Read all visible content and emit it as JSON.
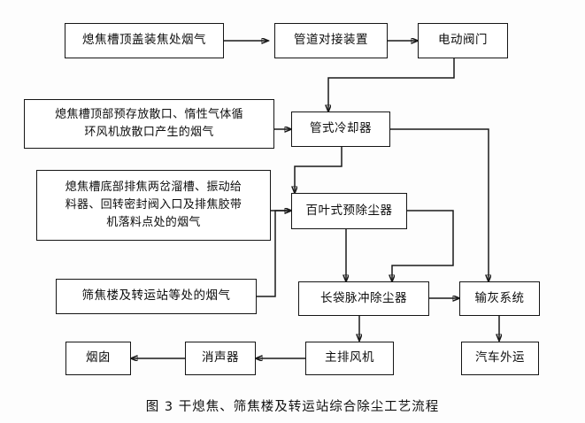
{
  "figure": {
    "caption": "图 3  干熄焦、筛焦楼及转运站综合除尘工艺流程",
    "caption_label": "图 3",
    "caption_title": "干熄焦、筛焦楼及转运站综合除尘工艺流程"
  },
  "colors": {
    "background": "#fdfdfd",
    "box_border": "#151515",
    "box_fill": "#ffffff",
    "line": "#1a1a1a",
    "text": "#0d0d0d"
  },
  "chart_data": {
    "type": "diagram",
    "title": "图 3  干熄焦、筛焦楼及转运站综合除尘工艺流程",
    "nodes": [
      {
        "id": "n1",
        "label": "熄焦槽顶盖装焦处烟气",
        "role": "source"
      },
      {
        "id": "n2",
        "label": "管道对接装置",
        "role": "equipment"
      },
      {
        "id": "n3",
        "label": "电动阀门",
        "role": "equipment"
      },
      {
        "id": "n4",
        "label": "熄焦槽顶部预存放散口、惰性气体循环风机放散口产生的烟气",
        "role": "source"
      },
      {
        "id": "n5",
        "label": "管式冷却器",
        "role": "equipment"
      },
      {
        "id": "n6",
        "label": "熄焦槽底部排焦两岔溜槽、振动给料器、回转密封阀入口及排焦胶带机落料点处的烟气",
        "role": "source"
      },
      {
        "id": "n7",
        "label": "百叶式预除尘器",
        "role": "equipment"
      },
      {
        "id": "n8",
        "label": "筛焦楼及转运站等处的烟气",
        "role": "source"
      },
      {
        "id": "n9",
        "label": "长袋脉冲除尘器",
        "role": "equipment"
      },
      {
        "id": "n10",
        "label": "输灰系统",
        "role": "equipment"
      },
      {
        "id": "n11",
        "label": "烟囱",
        "role": "terminal"
      },
      {
        "id": "n12",
        "label": "消声器",
        "role": "equipment"
      },
      {
        "id": "n13",
        "label": "主排风机",
        "role": "equipment"
      },
      {
        "id": "n14",
        "label": "汽车外运",
        "role": "terminal"
      }
    ],
    "edges": [
      {
        "from": "n1",
        "to": "n2",
        "arrow": true
      },
      {
        "from": "n2",
        "to": "n3",
        "arrow": true
      },
      {
        "from": "n3",
        "to": "n5",
        "arrow": true
      },
      {
        "from": "n4",
        "to": "n5",
        "arrow": true
      },
      {
        "from": "n5",
        "to": "n7",
        "arrow": true
      },
      {
        "from": "n5",
        "to": "n10",
        "arrow": true
      },
      {
        "from": "n6",
        "to": "n7",
        "arrow": true
      },
      {
        "from": "n7",
        "to": "n9",
        "arrow": true
      },
      {
        "from": "n8",
        "to": "n9",
        "arrow": true
      },
      {
        "from": "n9",
        "to": "n10",
        "arrow": true
      },
      {
        "from": "n9",
        "to": "n13",
        "arrow": true
      },
      {
        "from": "n13",
        "to": "n12",
        "arrow": true
      },
      {
        "from": "n12",
        "to": "n11",
        "arrow": true
      },
      {
        "from": "n10",
        "to": "n14",
        "arrow": true
      }
    ]
  },
  "nodes": {
    "n1": {
      "label": "熄焦槽顶盖装焦处烟气"
    },
    "n2": {
      "label": "管道对接装置"
    },
    "n3": {
      "label": "电动阀门"
    },
    "n4": {
      "line1": "熄焦槽顶部预存放散口、惰性气体循",
      "line2": "环风机放散口产生的烟气"
    },
    "n5": {
      "label": "管式冷却器"
    },
    "n6": {
      "line1": "熄焦槽底部排焦两岔溜槽、振动给",
      "line2": "料器、回转密封阀入口及排焦胶带",
      "line3": "机落料点处的烟气"
    },
    "n7": {
      "label": "百叶式预除尘器"
    },
    "n8": {
      "label": "筛焦楼及转运站等处的烟气"
    },
    "n9": {
      "label": "长袋脉冲除尘器"
    },
    "n10": {
      "label": "输灰系统"
    },
    "n11": {
      "label": "烟囱"
    },
    "n12": {
      "label": "消声器"
    },
    "n13": {
      "label": "主排风机"
    },
    "n14": {
      "label": "汽车外运"
    }
  }
}
